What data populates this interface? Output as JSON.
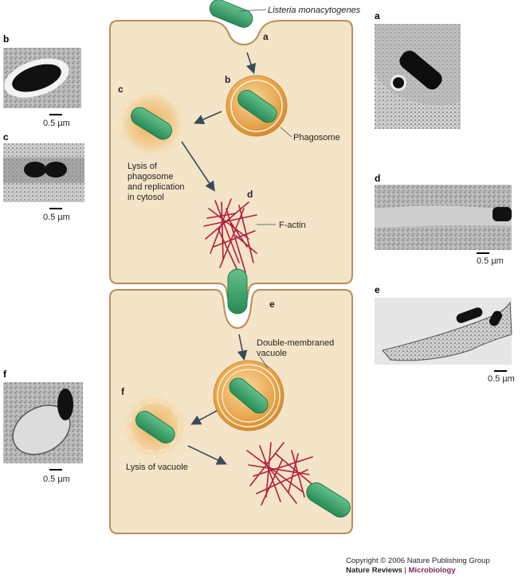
{
  "labels": {
    "listeria": "Listeria monacytogenes",
    "a": "a",
    "b": "b",
    "c": "c",
    "d": "d",
    "e": "e",
    "f": "f",
    "phagosome": "Phagosome",
    "lysis_phagosome": [
      "Lysis of",
      "phagosome",
      "and replication",
      "in cytosol"
    ],
    "f_actin": "F-actin",
    "double_membraned": [
      "Double-membraned",
      "vacuole"
    ],
    "lysis_vacuole": "Lysis of vacuole"
  },
  "micrographs": {
    "b": {
      "label": "b",
      "scale": "0.5 µm"
    },
    "c": {
      "label": "c",
      "scale": "0.5 µm"
    },
    "f": {
      "label": "f",
      "scale": "0.5 µm"
    },
    "a": {
      "label": "a"
    },
    "d": {
      "label": "d",
      "scale": "0.5 µm"
    },
    "e": {
      "label": "e",
      "scale": "0.5 µm"
    }
  },
  "footer": {
    "copyright": "Copyright © 2006 Nature Publishing Group",
    "journal": "Nature Reviews",
    "separator": " | ",
    "subjournal": "Microbiology"
  },
  "colors": {
    "cell_fill": "#f4e4c8",
    "cell_stroke": "#b88e5a",
    "bacterium": "#3aa56d",
    "bacterium_dark": "#1f7a4a",
    "vacuole": "#e5a94e",
    "actin": "#b21f3c",
    "arrow": "#3a4a5a"
  }
}
